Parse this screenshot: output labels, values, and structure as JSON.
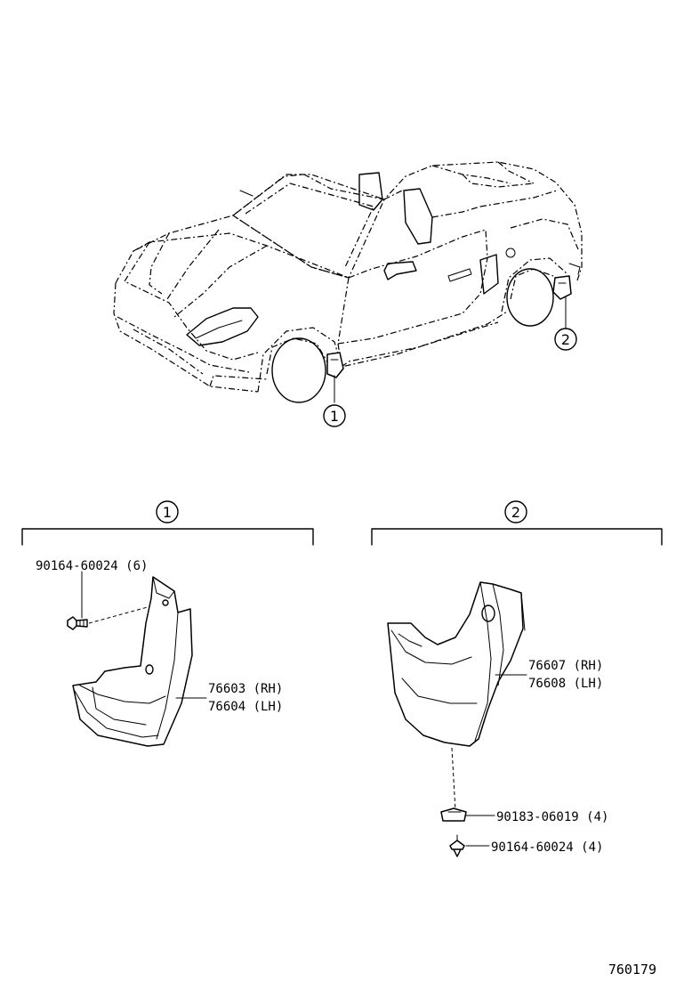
{
  "callouts": {
    "car_front": "1",
    "car_rear": "2",
    "group_front": "1",
    "group_rear": "2"
  },
  "group_front": {
    "screw_label": "90164-60024 (6)",
    "part_label_rh": "76603 (RH)",
    "part_label_lh": "76604 (LH)"
  },
  "group_rear": {
    "part_label_rh": "76607 (RH)",
    "part_label_lh": "76608 (LH)",
    "nut_label": "90183-06019 (4)",
    "screw_label": "90164-60024 (4)"
  },
  "figure_number": "760179"
}
